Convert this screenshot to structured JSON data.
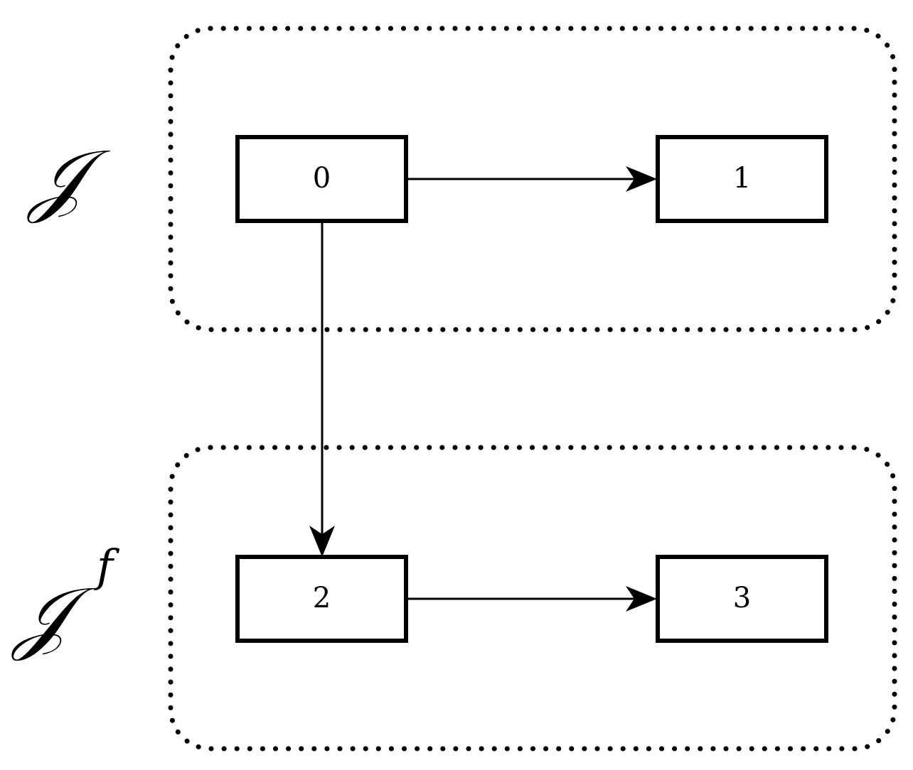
{
  "groups": [
    {
      "id": "top",
      "label": "𝒥",
      "superscript": ""
    },
    {
      "id": "bottom",
      "label": "𝒥",
      "superscript": "f"
    }
  ],
  "nodes": [
    {
      "id": "n0",
      "label": "0"
    },
    {
      "id": "n1",
      "label": "1"
    },
    {
      "id": "n2",
      "label": "2"
    },
    {
      "id": "n3",
      "label": "3"
    }
  ],
  "edges": [
    {
      "from": "0",
      "to": "1"
    },
    {
      "from": "0",
      "to": "2"
    },
    {
      "from": "2",
      "to": "3"
    }
  ],
  "colors": {
    "stroke": "#000000",
    "background": "#ffffff"
  }
}
